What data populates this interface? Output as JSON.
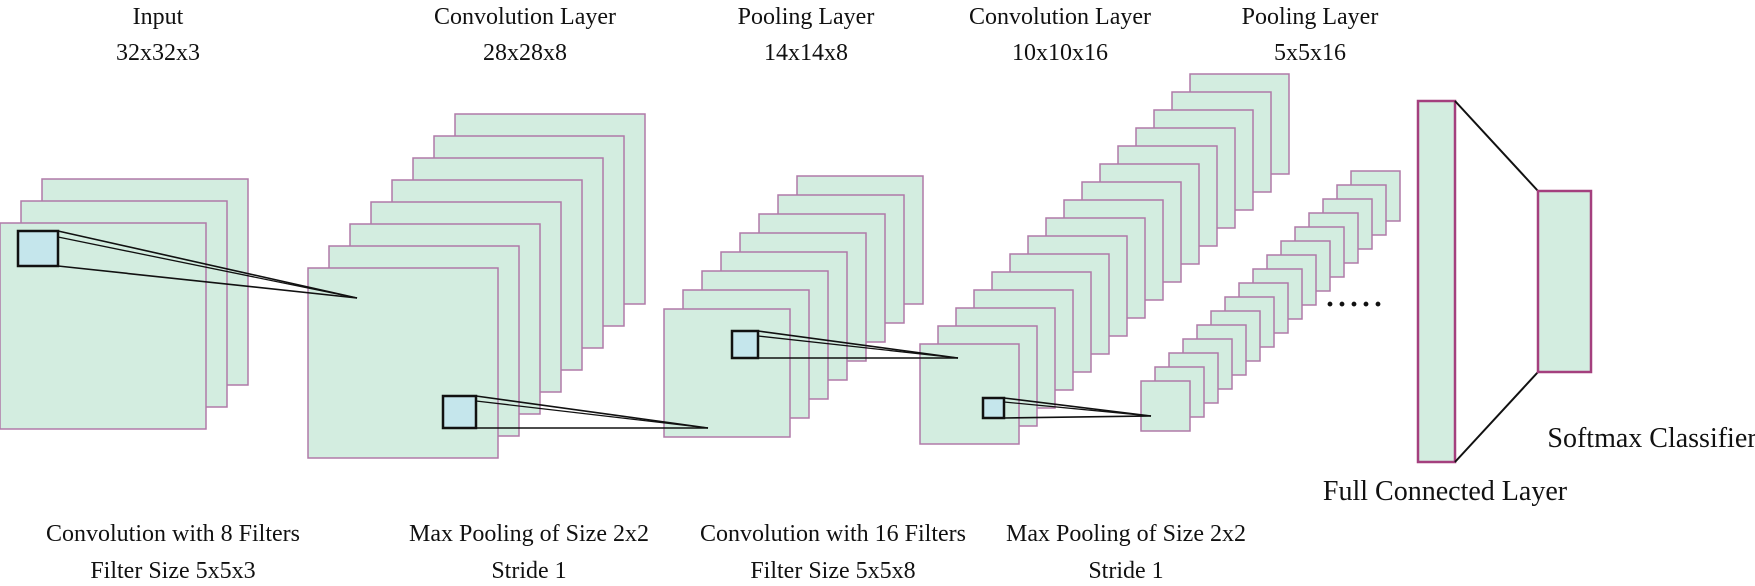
{
  "layers": {
    "input": {
      "name": "Input",
      "dims": "32x32x3"
    },
    "conv1": {
      "name": "Convolution Layer",
      "dims": "28x28x8"
    },
    "pool1": {
      "name": "Pooling Layer",
      "dims": "14x14x8"
    },
    "conv2": {
      "name": "Convolution Layer",
      "dims": "10x10x16"
    },
    "pool2": {
      "name": "Pooling Layer",
      "dims": "5x5x16"
    }
  },
  "operations": {
    "op1": {
      "line1": "Convolution with 8 Filters",
      "line2": "Filter Size 5x5x3"
    },
    "op2": {
      "line1": "Max Pooling of Size 2x2",
      "line2": "Stride 1"
    },
    "op3": {
      "line1": "Convolution with 16 Filters",
      "line2": "Filter Size 5x5x8"
    },
    "op4": {
      "line1": "Max Pooling of Size 2x2",
      "line2": "Stride 1"
    }
  },
  "fc_label": "Full Connected Layer",
  "softmax_label": "Softmax Classifier",
  "ellipsis": "·····",
  "colors": {
    "map_fill": "#d3ede0",
    "map_border": "#b07aa8",
    "filter_fill": "#c5e6ec",
    "fc_border": "#a4407e",
    "line": "#111111"
  }
}
